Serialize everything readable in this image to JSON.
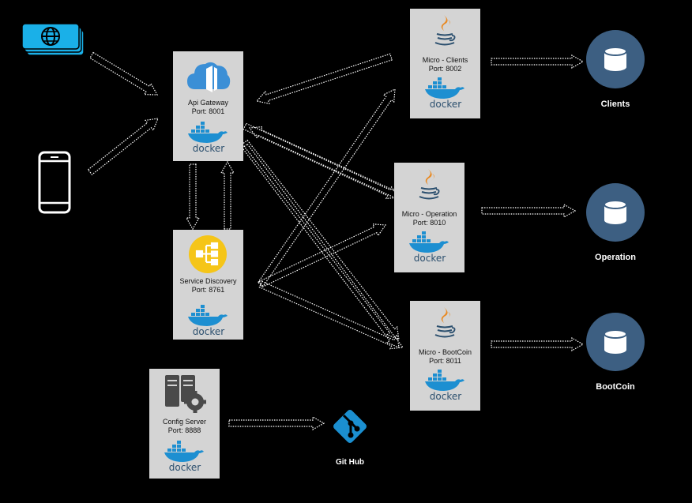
{
  "colors": {
    "box_bg": "#d4d4d4",
    "db_fill": "#3d5f82",
    "gateway_blue": "#3b8fd6",
    "discovery_yellow": "#f5c518",
    "github_blue": "#1b8fd0",
    "web_client_cyan": "#1ab0e8",
    "java_orange": "#e98a23",
    "docker_blue": "#1d8fd1",
    "docker_text": "#2b4f6e"
  },
  "icons": {
    "web_client": "globe-window-icon",
    "mobile_client": "smartphone-icon",
    "gateway": "cloud-gateway-icon",
    "discovery": "network-hierarchy-icon",
    "config": "server-gear-icon",
    "java": "java-cup-icon",
    "docker": "docker-whale-icon",
    "github": "git-logo-icon",
    "database": "database-cylinder-icon"
  },
  "services": {
    "gateway": {
      "name": "Api Gateway",
      "port": "Port: 8001"
    },
    "discovery": {
      "name": "Service Discovery",
      "port": "Port: 8761"
    },
    "config": {
      "name": "Config Server",
      "port": "Port: 8888"
    },
    "clients": {
      "name": "Micro - Clients",
      "port": "Port: 8002"
    },
    "operation": {
      "name": "Micro - Operation",
      "port": "Port: 8010"
    },
    "bootcoin": {
      "name": "Micro - BootCoin",
      "port": "Port: 8011"
    }
  },
  "databases": {
    "clients": "Clients",
    "operation": "Operation",
    "bootcoin": "BootCoin"
  },
  "github": {
    "label": "Git Hub"
  },
  "docker": {
    "wordmark": "docker"
  }
}
